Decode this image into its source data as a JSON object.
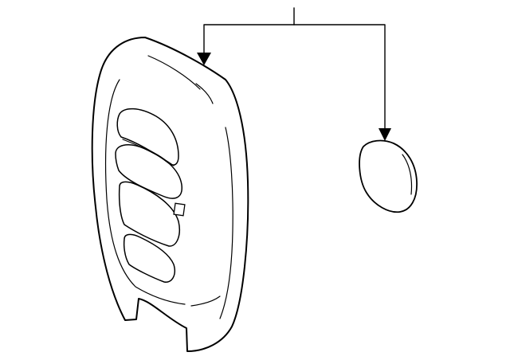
{
  "diagram": {
    "kind": "exploded parts illustration",
    "parts": [
      {
        "id": "key-fob-housing",
        "shape": "rounded remote shell with four button recesses"
      },
      {
        "id": "coin-battery",
        "shape": "round disc"
      }
    ],
    "callouts": [
      {
        "from": "leader-stem",
        "to": "key-fob-housing"
      },
      {
        "from": "leader-stem",
        "to": "coin-battery"
      }
    ],
    "colors": {
      "line": "#000000",
      "fill": "#ffffff",
      "background": "#ffffff"
    }
  }
}
